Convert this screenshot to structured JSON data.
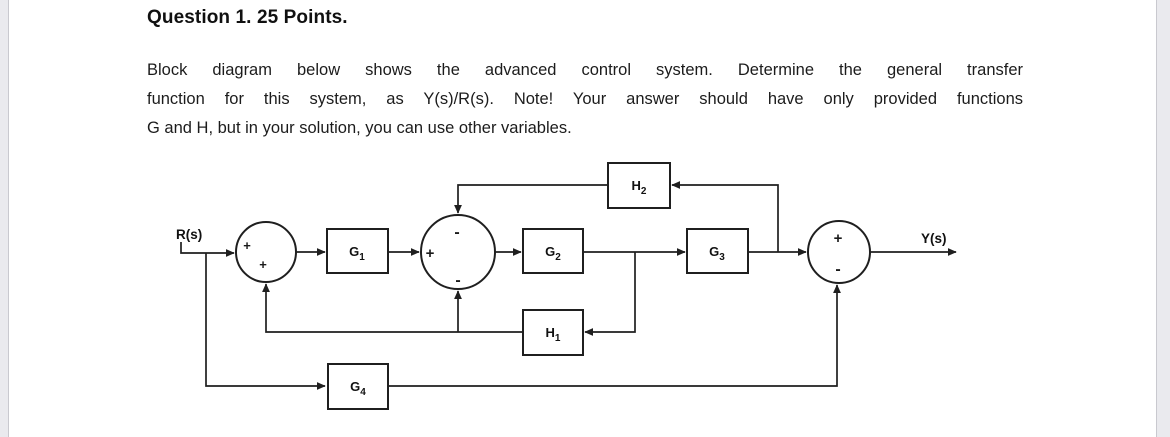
{
  "question": {
    "title": "Question 1. 25 Points.",
    "body_lines": [
      "Block diagram below shows the advanced control system. Determine the general transfer",
      "function for this system, as Y(s)/R(s). Note! Your answer should have only provided functions",
      "G and H, but in your solution, you can use other variables."
    ]
  },
  "diagram": {
    "input_label": "R(s)",
    "output_label": "Y(s)",
    "blocks": {
      "g1": {
        "base": "G",
        "sub": "1"
      },
      "g2": {
        "base": "G",
        "sub": "2"
      },
      "g3": {
        "base": "G",
        "sub": "3"
      },
      "g4": {
        "base": "G",
        "sub": "4"
      },
      "h1": {
        "base": "H",
        "sub": "1"
      },
      "h2": {
        "base": "H",
        "sub": "2"
      }
    },
    "signs": {
      "j1_left": "+",
      "j1_bottom": "+",
      "j2_left": "+",
      "j2_top": "-",
      "j2_bottom": "-",
      "j3_top": "+",
      "j3_bottom": "-"
    },
    "colors": {
      "line": "#1f1f1f",
      "text": "#111111",
      "page_edge": "#eaeaee"
    }
  }
}
